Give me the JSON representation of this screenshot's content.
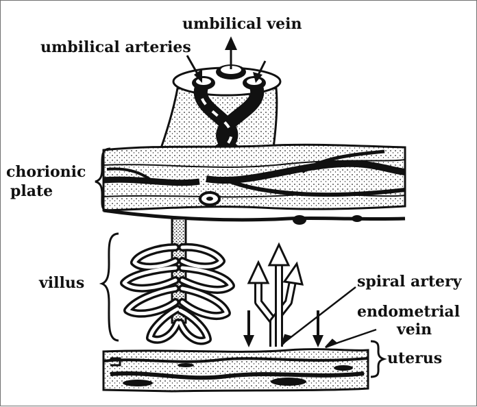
{
  "labels": {
    "umbilical_vein": "umbilical vein",
    "umbilical_arteries": "umbilical arteries",
    "chorionic": "chorionic",
    "plate": "plate",
    "villus": "villus",
    "spiral_artery": "spiral artery",
    "endometrial": "endometrial",
    "vein": "vein",
    "uterus": "uterus"
  },
  "colors": {
    "ink": "#111111",
    "paper": "#ffffff",
    "frame": "#6f6f6f"
  }
}
